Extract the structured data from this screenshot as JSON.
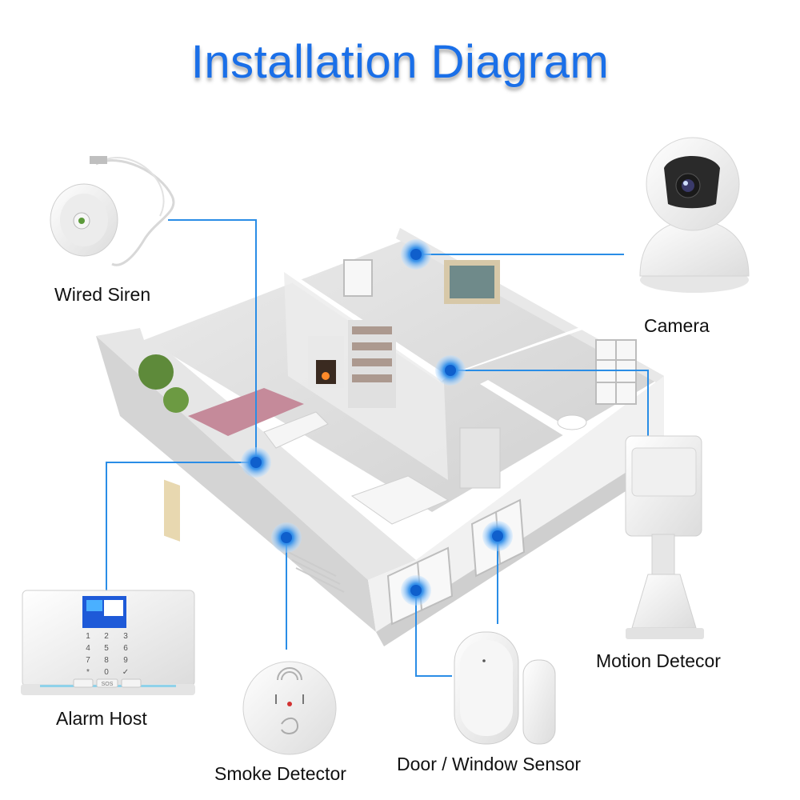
{
  "title": "Installation Diagram",
  "colors": {
    "title": "#1a6fe8",
    "connector": "#2a8de6",
    "marker": "#2a8de6",
    "label": "#111111"
  },
  "devices": [
    {
      "id": "wired-siren",
      "label": "Wired Siren",
      "icon": "siren-icon"
    },
    {
      "id": "camera",
      "label": "Camera",
      "icon": "camera-icon"
    },
    {
      "id": "motion-detector",
      "label": "Motion Detecor",
      "icon": "motion-sensor-icon"
    },
    {
      "id": "alarm-host",
      "label": "Alarm Host",
      "icon": "alarm-panel-icon"
    },
    {
      "id": "smoke-detector",
      "label": "Smoke Detector",
      "icon": "smoke-detector-icon"
    },
    {
      "id": "door-window-sensor",
      "label": "Door / Window Sensor",
      "icon": "door-sensor-icon"
    }
  ],
  "keypad": {
    "keys": [
      "1",
      "2",
      "3",
      "4",
      "5",
      "6",
      "7",
      "8",
      "9",
      "*",
      "0",
      "✓"
    ],
    "function_keys": [
      "",
      "SOS",
      ""
    ]
  }
}
